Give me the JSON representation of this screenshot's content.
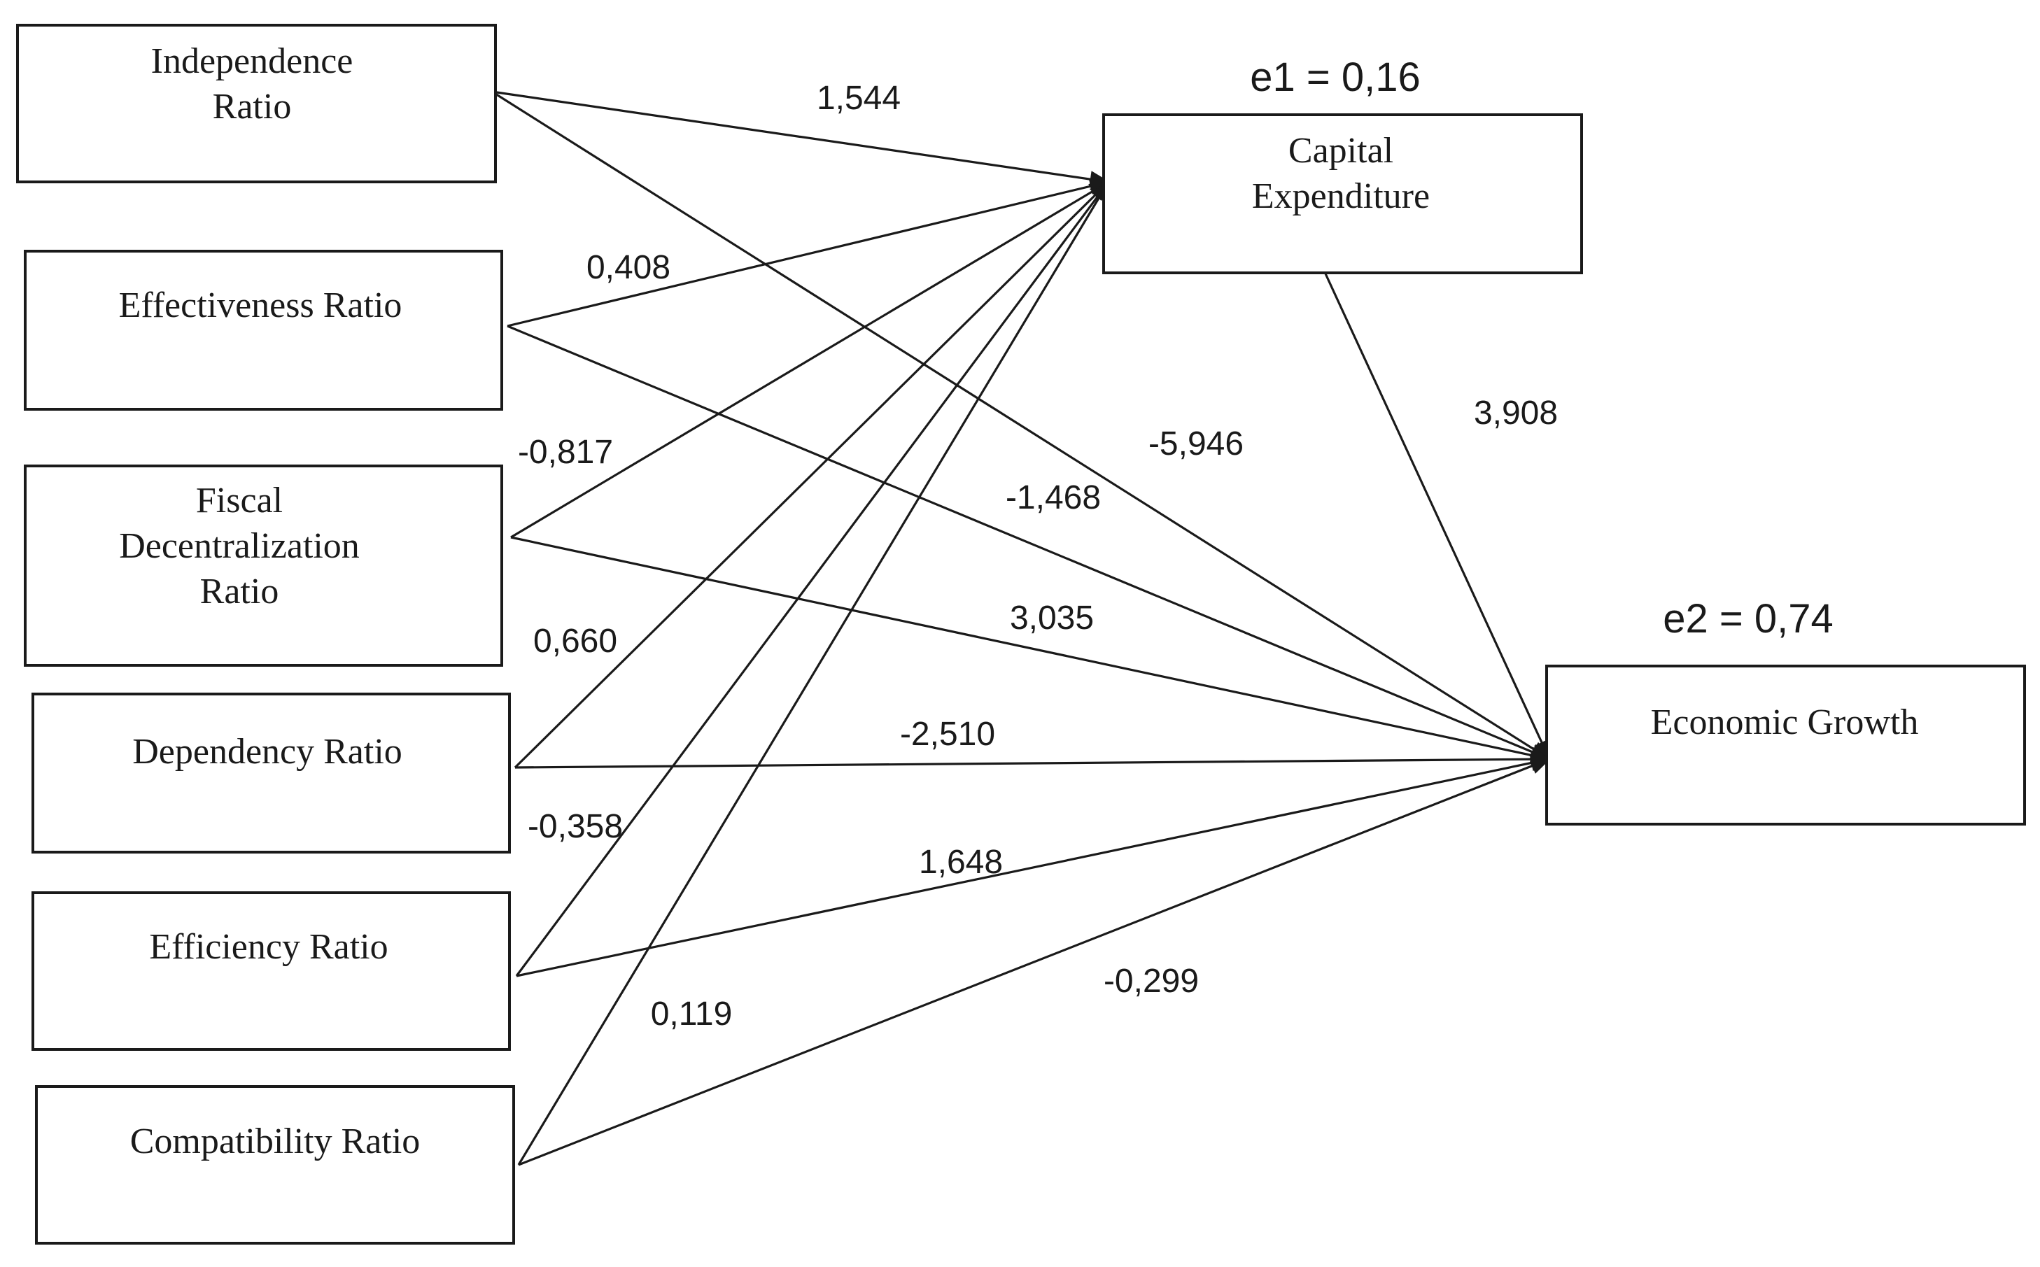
{
  "nodes": {
    "independence": {
      "lines": [
        "Independence",
        "Ratio"
      ]
    },
    "effectiveness": {
      "lines": [
        "Effectiveness Ratio"
      ]
    },
    "fiscal": {
      "lines": [
        "Fiscal",
        "Decentralization",
        "Ratio"
      ]
    },
    "dependency": {
      "lines": [
        "Dependency Ratio"
      ]
    },
    "efficiency": {
      "lines": [
        "Efficiency Ratio"
      ]
    },
    "compatibility": {
      "lines": [
        "Compatibility Ratio"
      ]
    },
    "capital": {
      "lines": [
        "Capital",
        "Expenditure"
      ]
    },
    "growth": {
      "lines": [
        "Economic Growth"
      ]
    }
  },
  "errors": {
    "e1": "e1 = 0,16",
    "e2": "e2 = 0,74"
  },
  "edges": [
    {
      "id": "independence-capital",
      "from": "independence",
      "to": "capital",
      "coefficient": "1,544"
    },
    {
      "id": "effectiveness-capital",
      "from": "effectiveness",
      "to": "capital",
      "coefficient": "0,408"
    },
    {
      "id": "fiscal-capital",
      "from": "fiscal",
      "to": "capital",
      "coefficient": "-0,817"
    },
    {
      "id": "dependency-capital",
      "from": "dependency",
      "to": "capital",
      "coefficient": "0,660"
    },
    {
      "id": "efficiency-capital",
      "from": "efficiency",
      "to": "capital",
      "coefficient": "-0,358"
    },
    {
      "id": "compatibility-capital",
      "from": "compatibility",
      "to": "capital",
      "coefficient": "0,119"
    },
    {
      "id": "independence-growth",
      "from": "independence",
      "to": "growth",
      "coefficient": "-5,946"
    },
    {
      "id": "effectiveness-growth",
      "from": "effectiveness",
      "to": "growth",
      "coefficient": "-1,468"
    },
    {
      "id": "fiscal-growth",
      "from": "fiscal",
      "to": "growth",
      "coefficient": "3,035"
    },
    {
      "id": "dependency-growth",
      "from": "dependency",
      "to": "growth",
      "coefficient": "-2,510"
    },
    {
      "id": "efficiency-growth",
      "from": "efficiency",
      "to": "growth",
      "coefficient": "1,648"
    },
    {
      "id": "compatibility-growth",
      "from": "compatibility",
      "to": "growth",
      "coefficient": "-0,299"
    },
    {
      "id": "capital-growth",
      "from": "capital",
      "to": "growth",
      "coefficient": "3,908"
    }
  ]
}
